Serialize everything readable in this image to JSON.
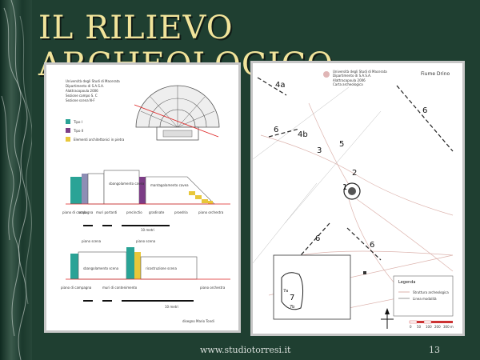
{
  "slide": {
    "title": "IL RILIEVO ARCHEOLOGICO",
    "footer_url": "www.studiotorresi.it",
    "page_number": "13"
  },
  "left_panel": {
    "header_lines": [
      "Università degli Studi di Macerata",
      "Dipartimento di S.A.S.A.",
      "Alattracopoula 2006",
      "Sezione campo S. C",
      "Sezione scena N-F"
    ],
    "legend": {
      "items": [
        {
          "label": "Tipo I",
          "color": "#2aa396"
        },
        {
          "label": "Tipo II",
          "color": "#7c3d86"
        },
        {
          "label": "Elementi architettonici in pietra",
          "color": "#e8c73a"
        }
      ]
    },
    "section1": {
      "labels": [
        "sbangolamento cavea",
        "mantagolamento cavea"
      ],
      "bottom_labels": [
        "piano di campagna",
        "scala",
        "muri portanti",
        "precinctio",
        "gradinate",
        "proedria",
        "piano orchestra"
      ],
      "scale": "10 metri"
    },
    "section2": {
      "labels": [
        "piano scena",
        "piano scena",
        "sbangolamento scena",
        "ricostruzione scena"
      ],
      "bottom_labels": [
        "piano di campagna",
        "muri di contenimento",
        "piano orchestra"
      ],
      "scale": "10 metri"
    },
    "footer": "disegno Mario Tondi"
  },
  "right_panel": {
    "header_lines": [
      "Università degli Studi di Macerata",
      "Dipartimento di S.A.S.A.",
      "Alattracopoula 2006",
      "Carta archeologica"
    ],
    "river": "Fiume Drino",
    "site_labels": [
      "4a",
      "6",
      "4b",
      "3",
      "5",
      "2",
      "1",
      "6",
      "6",
      "6",
      "7a",
      "7",
      "7b"
    ],
    "legend": {
      "title": "Legenda",
      "items": [
        "Struttura archeologica",
        "Linea modalità"
      ]
    },
    "scale_marks": [
      "0",
      "50",
      "100",
      "200",
      "300 m"
    ]
  }
}
